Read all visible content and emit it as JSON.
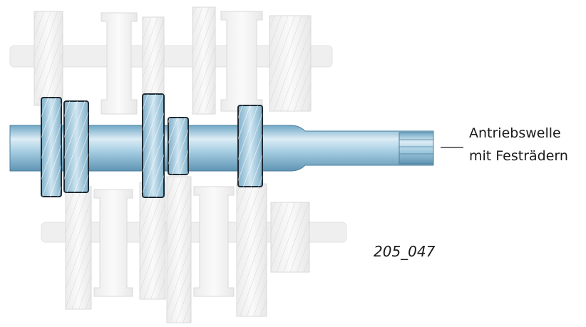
{
  "diagram": {
    "label": {
      "line1": "Antriebswelle",
      "line2": "mit Festrädern"
    },
    "figure_number": "205_047",
    "colors": {
      "shaft": "#8fbfd8",
      "shaft_highlight": "#dcecf5",
      "fixed_gear": "#9cc6db",
      "gear_outline": "#1e2a33",
      "ghost_part": "#eeeeee",
      "ghost_outline": "#d8d8d8"
    }
  }
}
